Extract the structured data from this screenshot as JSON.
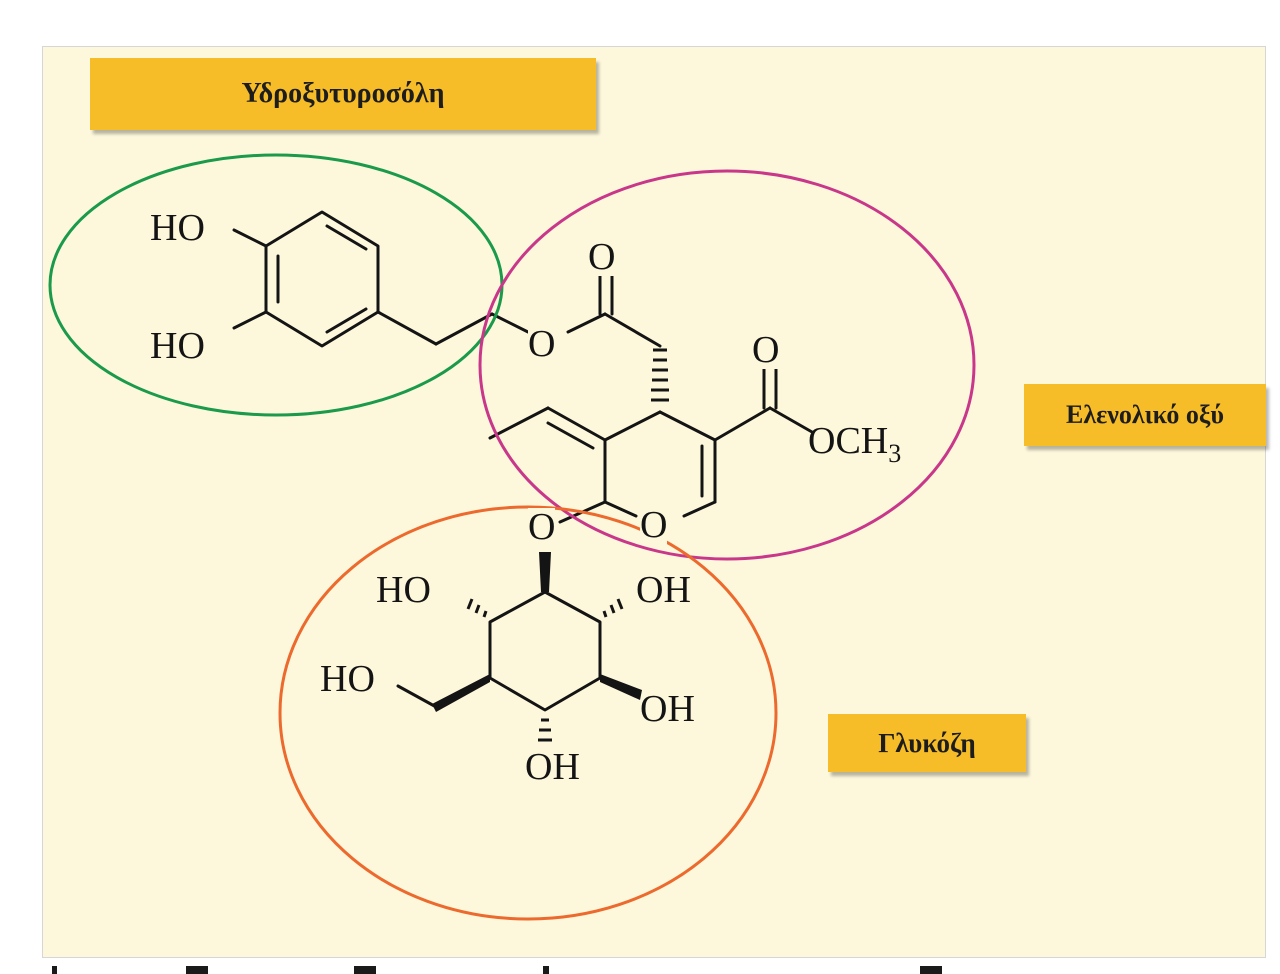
{
  "labels": {
    "hydroxytyrosol": "Υδροξυτυροσόλη",
    "elenolic_acid": "Ελενολικό οξύ",
    "glucose": "Γλυκόζη"
  },
  "atoms": {
    "ho_top": "HO",
    "ho_bottom": "HO",
    "carbonyl_o_top": "O",
    "ester_o": "O",
    "carbonyl_o_right": "O",
    "methoxy": "OCH",
    "methoxy_sub": "3",
    "ring_o": "O",
    "glycosidic_o": "O",
    "glc_ho_left": "HO",
    "glc_oh_right": "OH",
    "glc_ho_ch2": "HO",
    "glc_oh_lower_right": "OH",
    "glc_oh_bottom": "OH"
  },
  "colors": {
    "panel_background": "#fdf8dc",
    "label_fill": "#f6bd28",
    "hydroxytyrosol_circle": "#1a9a4a",
    "elenolic_circle": "#c8378a",
    "glucose_circle": "#ec6a2e",
    "bond": "#141414"
  }
}
